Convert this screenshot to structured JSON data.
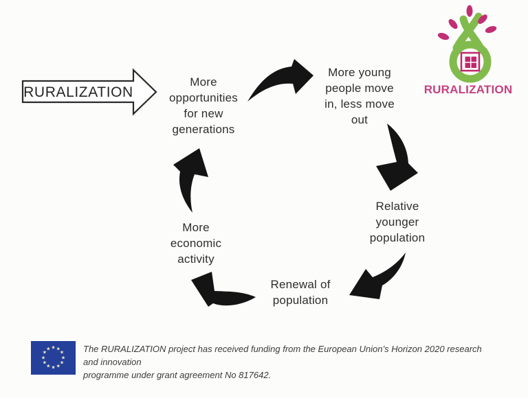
{
  "banner": {
    "label": "RURALIZATION"
  },
  "cycle": {
    "arrow_color": "#141414",
    "text_color": "#2e2e2e",
    "nodes": [
      {
        "name": "more-opportunities",
        "lines": [
          "More",
          "opportunities",
          "for new",
          "generations"
        ]
      },
      {
        "name": "more-young-people",
        "lines": [
          "More young",
          "people move",
          "in, less move",
          "out"
        ]
      },
      {
        "name": "relative-younger-population",
        "lines": [
          "Relative",
          "younger",
          "population"
        ]
      },
      {
        "name": "renewal-of-population",
        "lines": [
          "Renewal of",
          "population"
        ]
      },
      {
        "name": "more-economic-activity",
        "lines": [
          "More",
          "economic",
          "activity"
        ]
      }
    ]
  },
  "logo": {
    "wordmark": "RURALIZATION",
    "green": "#82bb4d",
    "petal_pink": "#c22e74",
    "window_pink": "#c2266e",
    "text_pink": "#c5407f"
  },
  "footer": {
    "funding_line1": "The RURALIZATION project has received funding from the European Union’s Horizon 2020 research and innovation",
    "funding_line2": "programme under grant agreement No 817642.",
    "eu_flag": {
      "blue": "#24409a",
      "star_color": "#f2e9c2",
      "star_count": 12
    }
  }
}
